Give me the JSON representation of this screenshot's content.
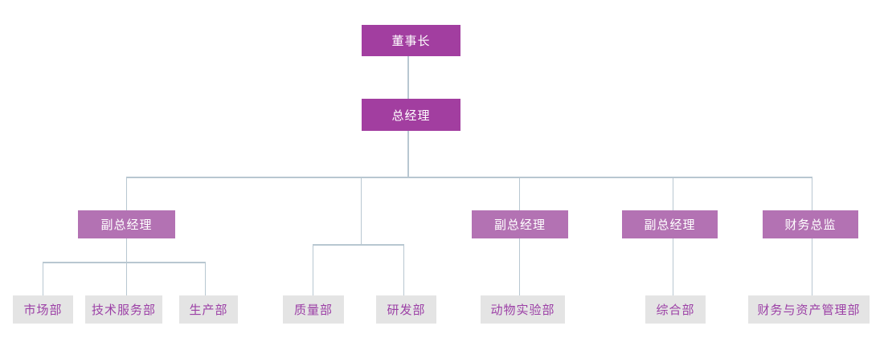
{
  "colors": {
    "level1_bg": "#A23EA0",
    "level3_bg": "#B372B3",
    "level4_bg": "#E4E4E4",
    "level4_text": "#9C40A6",
    "line_color": "#B8C7D1",
    "text_light": "#FFFFFF",
    "canvas_bg": "#FFFFFF"
  },
  "nodes": {
    "chairman": "董事长",
    "general_manager": "总经理",
    "deputy_gm_1": "副总经理",
    "deputy_gm_2": "副总经理",
    "deputy_gm_3": "副总经理",
    "finance_director": "财务总监",
    "marketing": "市场部",
    "tech_service": "技术服务部",
    "production": "生产部",
    "quality": "质量部",
    "rnd": "研发部",
    "animal_lab": "动物实验部",
    "general_affairs": "综合部",
    "finance_asset": "财务与资产管理部"
  },
  "structure": {
    "root": "chairman",
    "edges": [
      [
        "chairman",
        "general_manager"
      ],
      [
        "general_manager",
        "deputy_gm_1"
      ],
      [
        "general_manager",
        "quality"
      ],
      [
        "general_manager",
        "rnd"
      ],
      [
        "general_manager",
        "deputy_gm_2"
      ],
      [
        "general_manager",
        "deputy_gm_3"
      ],
      [
        "general_manager",
        "finance_director"
      ],
      [
        "deputy_gm_1",
        "marketing"
      ],
      [
        "deputy_gm_1",
        "tech_service"
      ],
      [
        "deputy_gm_1",
        "production"
      ],
      [
        "deputy_gm_2",
        "animal_lab"
      ],
      [
        "deputy_gm_3",
        "general_affairs"
      ],
      [
        "finance_director",
        "finance_asset"
      ]
    ]
  }
}
